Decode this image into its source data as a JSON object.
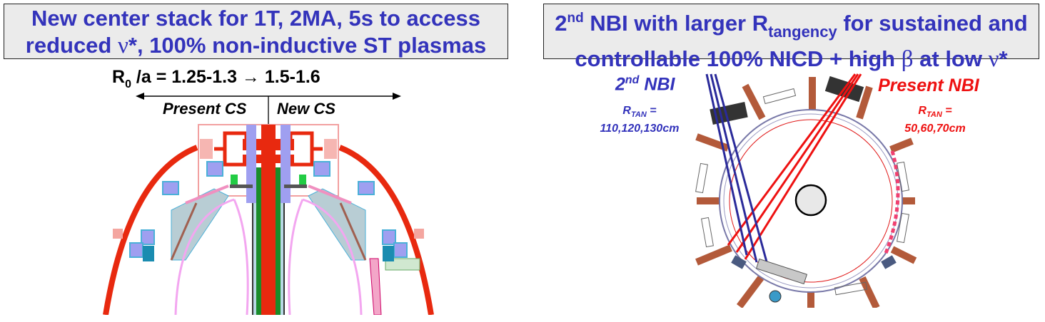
{
  "left_panel": {
    "title": {
      "line1": "New center stack for 1T, 2MA, 5s to access",
      "line2_a": "reduced ",
      "line2_nu": "ν",
      "line2_b": "*, 100% non-inductive ST plasmas"
    },
    "ratio": {
      "prefix": "R",
      "subscript": "0",
      "text": " /a = 1.25-1.3 → 1.5-1.6"
    },
    "labels": {
      "present_cs": "Present CS",
      "new_cs": "New CS"
    }
  },
  "right_panel": {
    "title": {
      "line1_num": "2",
      "line1_sup": "nd",
      "line1_a": " NBI with larger R",
      "line1_sub": "tangency",
      "line1_b": " for sustained and",
      "line2_a": "controllable 100% NICD + high ",
      "line2_beta": "β",
      "line2_b": " at low ",
      "line2_nu": "ν",
      "line2_c": "*"
    },
    "second_nbi": {
      "num": "2",
      "sup": "nd",
      "name": " NBI",
      "r_label": "R",
      "r_sub": "TAN",
      "r_eq": " =",
      "values": "110,120,130cm"
    },
    "present_nbi": {
      "name": "Present NBI",
      "r_label": "R",
      "r_sub": "TAN",
      "r_eq": " =",
      "values": "50,60,70cm"
    }
  },
  "colors": {
    "title_text": "#3333bb",
    "title_bg": "#ebebeb",
    "second_nbi": "#2a2a9a",
    "present_nbi": "#ee1111",
    "coil_red": "#e8290f",
    "plasma_pink": "#f3a6f0",
    "cs_green": "#1a8c2a",
    "tf_brown": "#b35a3a"
  }
}
